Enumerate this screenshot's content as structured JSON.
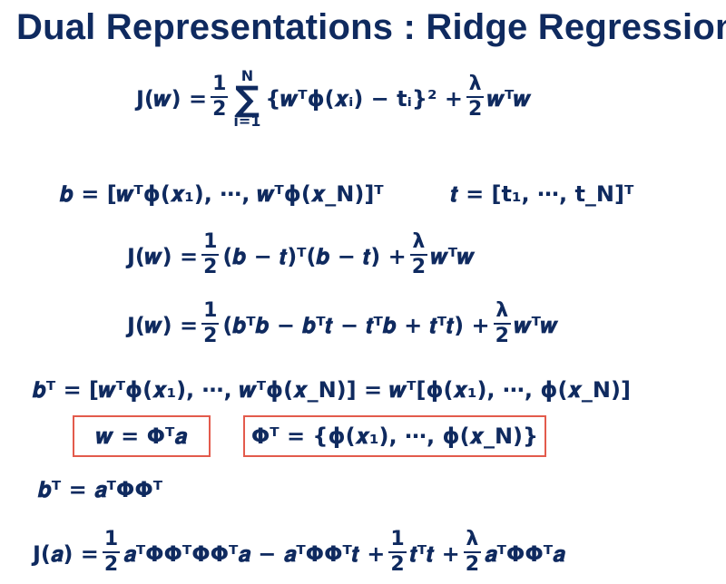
{
  "slide": {
    "title": "Dual Representations : Ridge Regression"
  },
  "equations": {
    "line1": {
      "lhs": "J(𝒘) =",
      "frac_num": "1",
      "frac_den": "2",
      "sum_top": "N",
      "sum_sym": "∑",
      "sum_bot": "i=1",
      "after_sum": "{𝒘ᵀϕ(𝒙ᵢ) − tᵢ}² +",
      "lambda_frac_num": "λ",
      "lambda_frac_den": "2",
      "rhs": "𝒘ᵀ𝒘"
    },
    "line2": {
      "b_def": "𝒃 = [𝒘ᵀϕ(𝒙₁), ⋯, 𝒘ᵀϕ(𝒙_N)]ᵀ",
      "t_def": "𝒕 = [t₁, ⋯, t_N]ᵀ"
    },
    "line3": {
      "lhs": "J(𝒘) =",
      "frac_num": "1",
      "frac_den": "2",
      "mid": "(𝒃 − 𝒕)ᵀ(𝒃 − 𝒕) +",
      "lambda_frac_num": "λ",
      "lambda_frac_den": "2",
      "rhs": "𝒘ᵀ𝒘"
    },
    "line4": {
      "lhs": "J(𝒘) =",
      "frac_num": "1",
      "frac_den": "2",
      "mid": "(𝒃ᵀ𝒃 − 𝒃ᵀ𝒕 − 𝒕ᵀ𝒃 + 𝒕ᵀ𝒕) +",
      "lambda_frac_num": "λ",
      "lambda_frac_den": "2",
      "rhs": "𝒘ᵀ𝒘"
    },
    "line5": {
      "text": "𝒃ᵀ = [𝒘ᵀϕ(𝒙₁), ⋯, 𝒘ᵀϕ(𝒙_N)]   = 𝒘ᵀ[ϕ(𝒙₁), ⋯,  ϕ(𝒙_N)]"
    },
    "boxes": {
      "w_equals": "𝒘 =  Φᵀ𝒂",
      "phi_T": "Φᵀ = {ϕ(𝒙₁), ⋯, ϕ(𝒙_N)}"
    },
    "line6": {
      "text": "𝒃ᵀ = 𝒂ᵀΦΦᵀ"
    },
    "line7": {
      "lhs": "J(𝒂) =",
      "frac1_num": "1",
      "frac1_den": "2",
      "mid1": "𝒂ᵀΦΦᵀΦΦᵀ𝒂 − 𝒂ᵀΦΦᵀ𝒕 +",
      "frac2_num": "1",
      "frac2_den": "2",
      "mid2": "𝒕ᵀ𝒕 +",
      "lambda_frac_num": "λ",
      "lambda_frac_den": "2",
      "rhs": "𝒂ᵀΦΦᵀ𝒂"
    }
  },
  "colors": {
    "text": "#0f2a5f",
    "box_border": "#e35b4c",
    "background": "#ffffff"
  }
}
